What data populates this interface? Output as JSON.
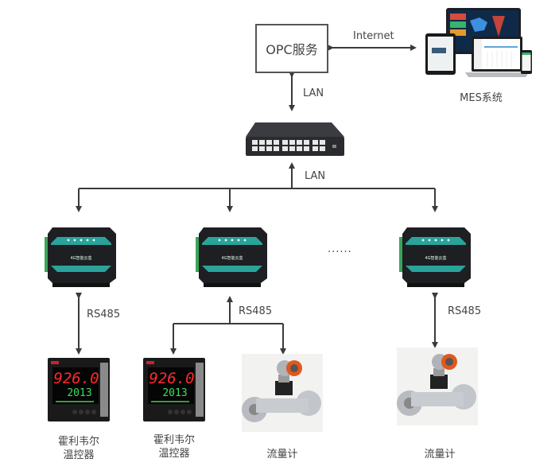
{
  "diagram": {
    "title": "",
    "nodes": {
      "opc": {
        "label": "OPC服务"
      },
      "mes": {
        "label": "MES系统"
      },
      "switch": {
        "label": ""
      },
      "gateways": [
        {
          "id": "gw1",
          "label": "4G智能云盒"
        },
        {
          "id": "gw2",
          "label": "4G智能云盒"
        },
        {
          "id": "gw3",
          "label": "4G智能云盒"
        }
      ],
      "ellipsis": "......",
      "devices": [
        {
          "id": "tc1",
          "label_line1": "霍利韦尔",
          "label_line2": "温控器",
          "display_pv": "926.0",
          "display_sv": "2013"
        },
        {
          "id": "tc2",
          "label_line1": "霍利韦尔",
          "label_line2": "温控器",
          "display_pv": "926.0",
          "display_sv": "2013"
        },
        {
          "id": "fm1",
          "label": "流量计"
        },
        {
          "id": "fm2",
          "label": "流量计"
        }
      ]
    },
    "edges": {
      "opc_mes": "Internet",
      "opc_switch": "LAN",
      "switch_gateways": "LAN",
      "gw1_devices": "RS485",
      "gw2_devices": "RS485",
      "gw3_devices": "RS485"
    },
    "colors": {
      "line": "#3a3a3a",
      "device_body": "#1e1f22",
      "device_panel": "#2aa39a",
      "terminal": "#3aa55a",
      "display_red": "#ff2a2a",
      "display_green": "#39e05a",
      "flowmeter_head": "#e0581e"
    }
  }
}
